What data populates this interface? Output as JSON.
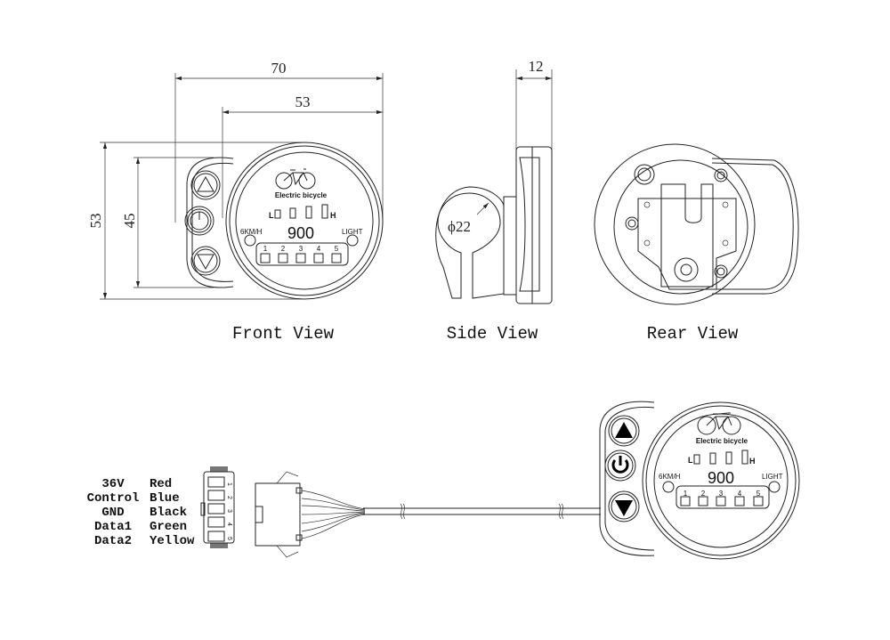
{
  "dimensions": {
    "overall_width": "70",
    "display_width": "53",
    "overall_height": "53",
    "tab_height": "45",
    "depth": "12",
    "clamp_diameter": "ϕ22"
  },
  "views": {
    "front": "Front View",
    "side": "Side View",
    "rear": "Rear View"
  },
  "display": {
    "brand_text": "Electric bicycle",
    "low_label": "L",
    "high_label": "H",
    "reading": "900",
    "walk_label": "6KM/H",
    "light_label": "LIGHT",
    "levels": [
      "1",
      "2",
      "3",
      "4",
      "5"
    ]
  },
  "wiring": [
    {
      "signal": "36V",
      "color": "Red",
      "pin": "1"
    },
    {
      "signal": "Control",
      "color": "Blue",
      "pin": "2"
    },
    {
      "signal": "GND",
      "color": "Black",
      "pin": "3"
    },
    {
      "signal": "Data1",
      "color": "Green",
      "pin": "4"
    },
    {
      "signal": "Data2",
      "color": "Yellow",
      "pin": "5"
    }
  ]
}
